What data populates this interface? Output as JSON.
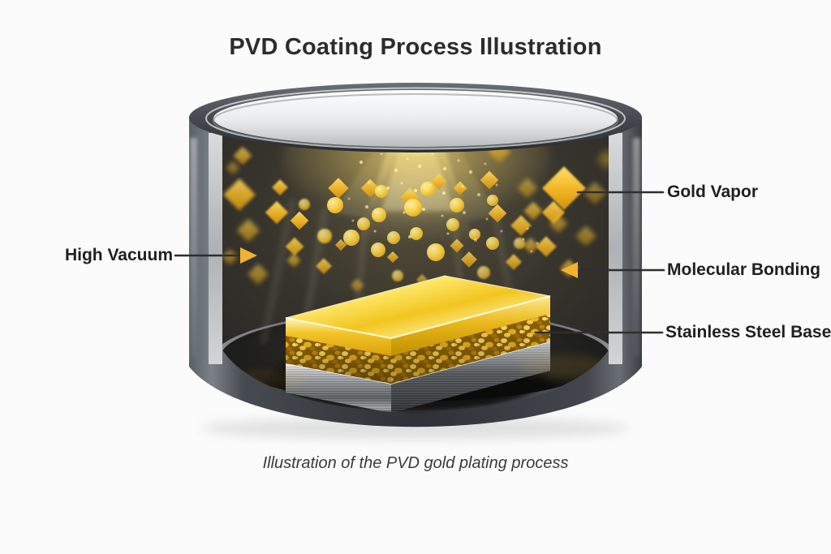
{
  "title": "PVD Coating Process Illustration",
  "caption": "Illustration of the PVD gold plating process",
  "labels": {
    "high_vacuum": "High Vacuum",
    "gold_vapor": "Gold Vapor",
    "molecular_bonding": "Molecular Bonding",
    "stainless_steel_base": "Stainless Steel Base"
  },
  "colors": {
    "background": "#fbfbfb",
    "title_text": "#2c2c2c",
    "label_text": "#1f1f1f",
    "caption_text": "#3a3a3a",
    "connector_line": "#2e2e2e",
    "arrow_gold": "#f2b32b",
    "gold_bright": "#ffe96e",
    "gold_deep": "#d9a80e",
    "steel_light": "#d7d9db",
    "steel_dark": "#55585c",
    "chamber_wall": "#3c4046",
    "chamber_interior": "#2c2b28"
  },
  "diagram": {
    "type": "pvd-vacuum-chamber-cutaway",
    "particles": {
      "diamonds": [
        [
          295,
          240,
          14,
          2,
          0.85
        ],
        [
          299,
          192,
          8,
          2,
          0.7
        ],
        [
          306,
          284,
          10,
          3,
          0.6
        ],
        [
          318,
          338,
          9,
          3,
          0.55
        ],
        [
          283,
          317,
          7,
          3,
          0.5
        ],
        [
          341,
          262,
          10,
          1,
          0.95
        ],
        [
          345,
          231,
          7,
          1,
          0.9
        ],
        [
          369,
          272,
          8,
          0,
          0.95
        ],
        [
          363,
          304,
          8,
          1,
          0.85
        ],
        [
          399,
          328,
          7,
          1,
          0.8
        ],
        [
          417,
          232,
          9,
          0,
          0.95
        ],
        [
          456,
          232,
          8,
          0,
          0.9
        ],
        [
          505,
          243,
          8,
          0,
          0.9
        ],
        [
          541,
          224,
          7,
          0,
          0.85
        ],
        [
          567,
          232,
          6,
          0,
          0.9
        ],
        [
          603,
          222,
          8,
          0,
          0.9
        ],
        [
          613,
          263,
          8,
          0,
          0.9
        ],
        [
          642,
          278,
          9,
          1,
          0.85
        ],
        [
          682,
          262,
          10,
          1,
          0.9
        ],
        [
          695,
          232,
          19,
          1,
          1
        ],
        [
          615,
          187,
          10,
          3,
          0.6
        ],
        [
          650,
          232,
          9,
          3,
          0.5
        ],
        [
          673,
          304,
          9,
          1,
          0.85
        ],
        [
          633,
          323,
          7,
          1,
          0.8
        ],
        [
          578,
          320,
          7,
          0,
          0.8
        ],
        [
          563,
          303,
          6,
          0,
          0.8
        ],
        [
          484,
          317,
          5,
          0,
          0.8
        ],
        [
          420,
          302,
          5,
          0,
          0.75
        ],
        [
          362,
          321,
          6,
          2,
          0.6
        ],
        [
          657,
          260,
          8,
          2,
          0.7
        ],
        [
          688,
          276,
          8,
          3,
          0.55
        ],
        [
          654,
          303,
          7,
          2,
          0.6
        ],
        [
          701,
          331,
          8,
          2,
          0.6
        ],
        [
          722,
          291,
          9,
          3,
          0.5
        ],
        [
          733,
          238,
          10,
          3,
          0.45
        ],
        [
          748,
          197,
          9,
          4,
          0.4
        ],
        [
          287,
          207,
          6,
          3,
          0.45
        ],
        [
          440,
          352,
          6,
          2,
          0.5
        ],
        [
          520,
          345,
          5,
          1,
          0.6
        ]
      ],
      "circles": [
        [
          413,
          253,
          10,
          0,
          0.95
        ],
        [
          470,
          236,
          8,
          0,
          0.9
        ],
        [
          527,
          233,
          9,
          0,
          0.92
        ],
        [
          563,
          253,
          9,
          0,
          0.9
        ],
        [
          467,
          265,
          9,
          0,
          0.92
        ],
        [
          509,
          256,
          11,
          0,
          0.95
        ],
        [
          433,
          293,
          10,
          0,
          0.9
        ],
        [
          466,
          308,
          9,
          0,
          0.88
        ],
        [
          513,
          288,
          8,
          0,
          0.9
        ],
        [
          537,
          311,
          11,
          0,
          0.92
        ],
        [
          485,
          293,
          8,
          0,
          0.85
        ],
        [
          448,
          276,
          8,
          0,
          0.85
        ],
        [
          400,
          291,
          9,
          1,
          0.8
        ],
        [
          585,
          289,
          7,
          0,
          0.85
        ],
        [
          607,
          300,
          8,
          0,
          0.85
        ],
        [
          558,
          277,
          8,
          0,
          0.85
        ],
        [
          607,
          247,
          7,
          0,
          0.85
        ],
        [
          640,
          300,
          7,
          1,
          0.7
        ],
        [
          375,
          252,
          7,
          1,
          0.75
        ],
        [
          596,
          336,
          8,
          1,
          0.7
        ],
        [
          490,
          340,
          7,
          1,
          0.7
        ]
      ],
      "sparkles": [
        [
          445,
          200,
          2,
          0.8
        ],
        [
          470,
          190,
          1.5,
          0.6
        ],
        [
          488,
          210,
          2,
          0.9
        ],
        [
          502,
          196,
          1.5,
          0.7
        ],
        [
          517,
          205,
          2,
          0.9
        ],
        [
          533,
          190,
          1.5,
          0.6
        ],
        [
          548,
          208,
          2,
          0.8
        ],
        [
          565,
          198,
          1.5,
          0.6
        ],
        [
          580,
          212,
          2,
          0.7
        ],
        [
          598,
          202,
          1.5,
          0.5
        ],
        [
          455,
          225,
          1.5,
          0.6
        ],
        [
          478,
          232,
          2,
          0.8
        ],
        [
          495,
          226,
          1.5,
          0.7
        ],
        [
          512,
          235,
          2,
          0.9
        ],
        [
          530,
          228,
          1.5,
          0.7
        ],
        [
          547,
          238,
          2,
          0.8
        ],
        [
          570,
          230,
          1.5,
          0.6
        ],
        [
          590,
          240,
          2,
          0.6
        ],
        [
          612,
          228,
          1.5,
          0.5
        ],
        [
          430,
          245,
          1.5,
          0.5
        ],
        [
          452,
          255,
          2,
          0.7
        ],
        [
          498,
          262,
          1.5,
          0.7
        ],
        [
          522,
          258,
          2,
          0.8
        ],
        [
          545,
          266,
          1.5,
          0.6
        ],
        [
          572,
          262,
          2,
          0.6
        ],
        [
          600,
          270,
          1.5,
          0.5
        ],
        [
          462,
          285,
          1.5,
          0.6
        ],
        [
          505,
          292,
          2,
          0.7
        ],
        [
          552,
          288,
          1.5,
          0.6
        ],
        [
          586,
          296,
          2,
          0.5
        ],
        [
          618,
          285,
          1.5,
          0.5
        ],
        [
          435,
          272,
          1.5,
          0.5
        ],
        [
          645,
          295,
          1.5,
          0.5
        ],
        [
          655,
          310,
          1.5,
          0.45
        ],
        [
          650,
          282,
          1.5,
          0.5
        ],
        [
          662,
          300,
          2,
          0.4
        ],
        [
          476,
          179,
          1.5,
          0.6
        ],
        [
          524,
          176,
          1.5,
          0.7
        ],
        [
          553,
          183,
          1.5,
          0.6
        ]
      ]
    }
  }
}
